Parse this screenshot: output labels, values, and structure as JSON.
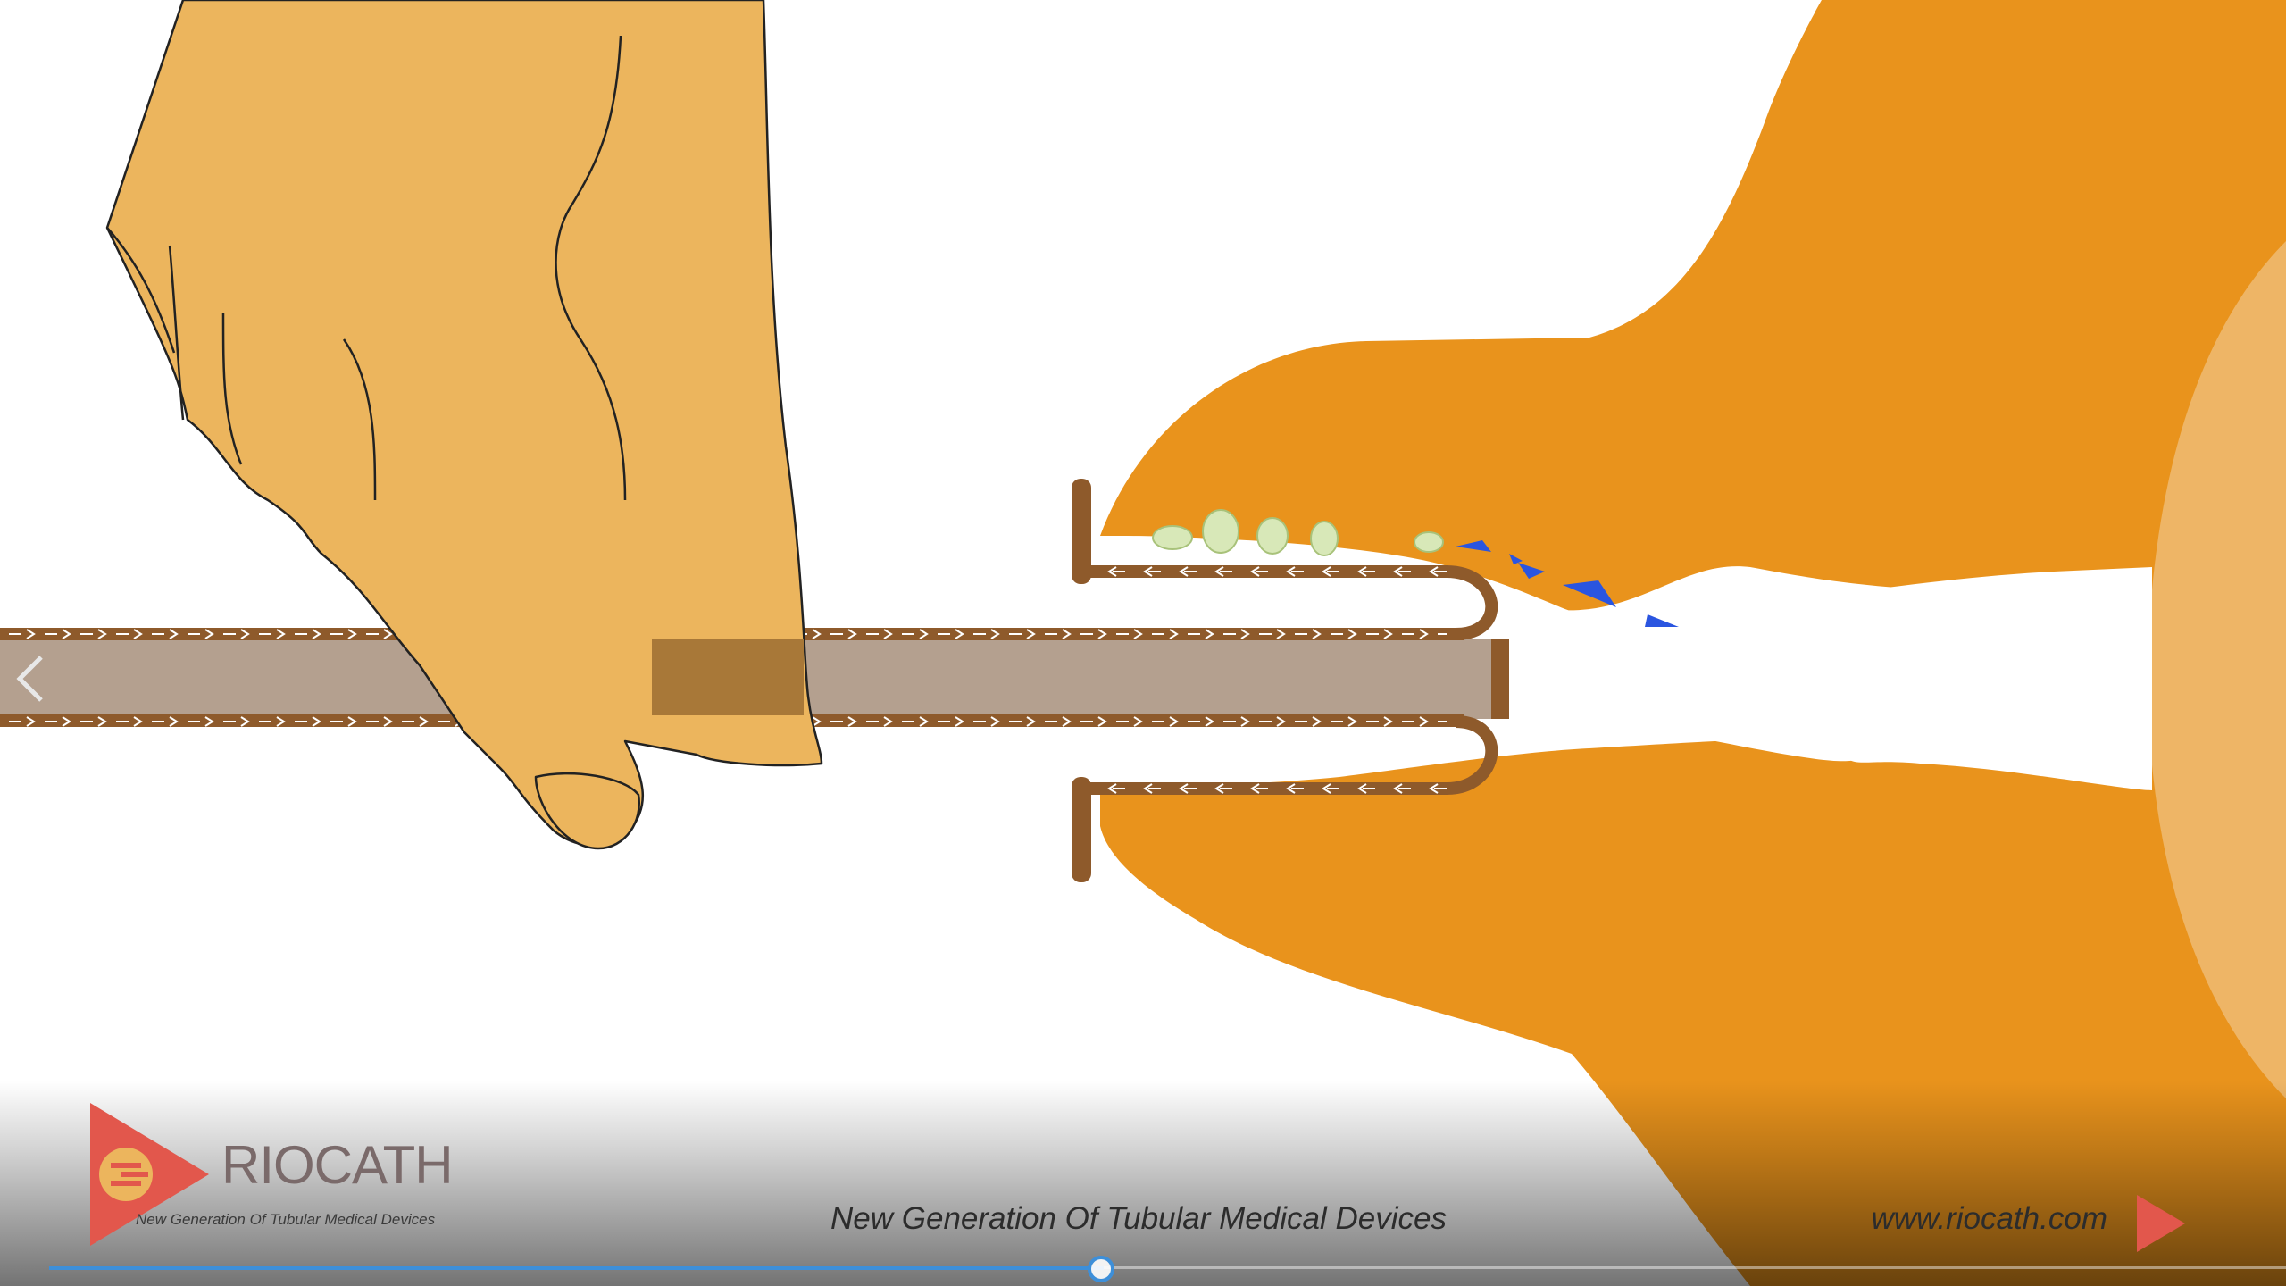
{
  "brand": {
    "name": "RIOCATH",
    "tagline": "New Generation Of Tubular Medical Devices"
  },
  "caption": "New Generation Of Tubular Medical Devices",
  "website": "www.riocath.com",
  "player": {
    "progress": 0.4715,
    "controls": [
      "previous-slide",
      "next-slide"
    ]
  },
  "colors": {
    "hand": "#ECB55D",
    "tissue": "#E9931C",
    "catheter_wall": "#8E5A2B",
    "catheter_core": "#B4A08F",
    "accent_red": "#E2574C",
    "progress_blue": "#3D8FD9",
    "cell_green": "#D8E8B8",
    "particle_blue": "#2A55E0"
  },
  "icons": {
    "prev": "chevron-left-icon",
    "next": "play-triangle-icon",
    "logo": "riocath-logo-icon"
  }
}
